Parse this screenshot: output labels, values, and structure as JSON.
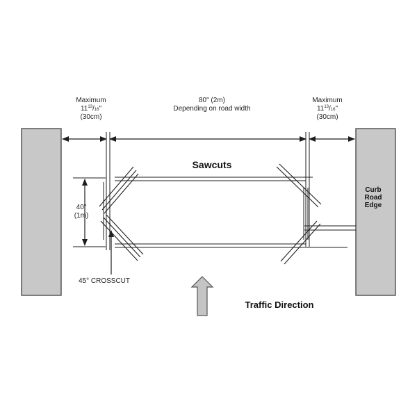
{
  "labels": {
    "left_gap": {
      "line1": "Maximum",
      "whole": "11",
      "num": "13",
      "den": "16",
      "inch": "\"",
      "metric": "(30cm)"
    },
    "right_gap": {
      "line1": "Maximum",
      "whole": "11",
      "num": "13",
      "den": "16",
      "inch": "\"",
      "metric": "(30cm)"
    },
    "span": {
      "line1": "80\" (2m)",
      "line2": "Depending on road width"
    },
    "sawcuts": "Sawcuts",
    "width": {
      "line1": "40\"",
      "line2": "(1m)"
    },
    "crosscut": "45° CROSSCUT",
    "traffic": "Traffic Direction",
    "curb": {
      "line1": "Curb",
      "line2": "Road",
      "line3": "Edge"
    }
  },
  "colors": {
    "curb_fill": "#c8c8c8",
    "line": "#1e1e1e",
    "arrow_fill": "#c4c4c4"
  },
  "icons": {
    "traffic_arrow": "up-arrow-icon"
  }
}
